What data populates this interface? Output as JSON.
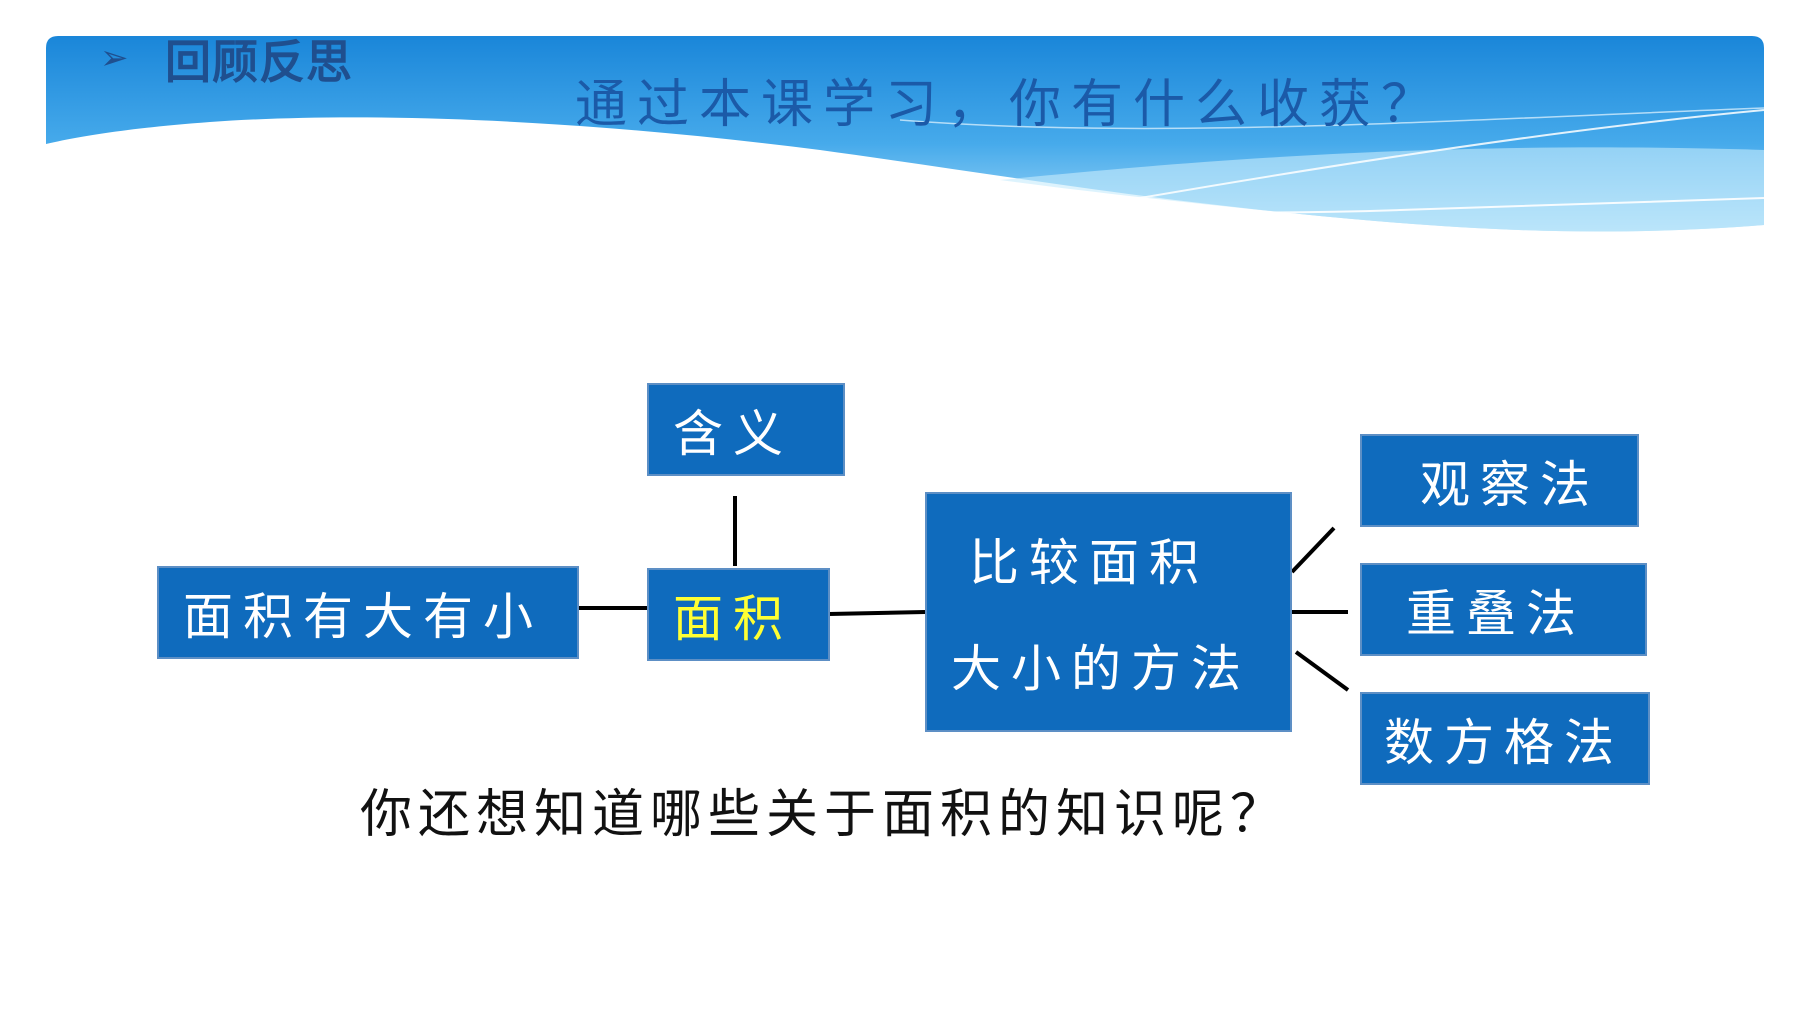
{
  "header": {
    "bullet": "➢",
    "title": "回顾反思",
    "question": "通过本课学习，你有什么收获？"
  },
  "diagram": {
    "nodes": {
      "size_compare": "面积有大有小",
      "meaning": "含义",
      "area": "面积",
      "method_line1": "比较面积",
      "method_line2": "大小的方法",
      "observe": "观察法",
      "overlap": "重叠法",
      "grid": "数方格法"
    }
  },
  "footer": {
    "question": "你还想知道哪些关于面积的知识呢？"
  },
  "colors": {
    "box_fill": "#0f6bbd",
    "box_border": "#5d8fc5",
    "highlight_text": "#ffff33",
    "banner_blue": "#2b95df"
  }
}
